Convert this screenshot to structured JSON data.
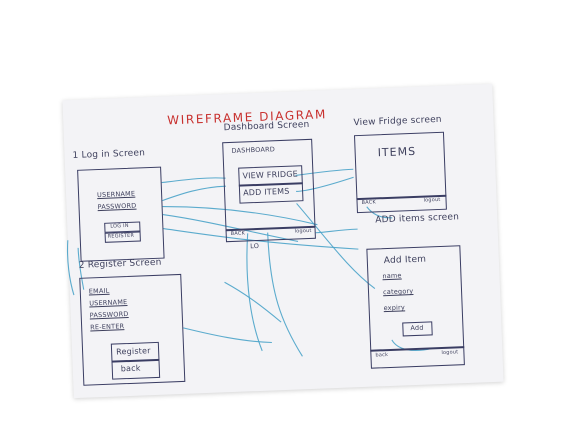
{
  "diagram": {
    "title": "WIREFRAME DIAGRAM",
    "login": {
      "label": "1 Log in Screen",
      "username": "USERNAME",
      "password": "PASSWORD",
      "login_button": "LOG IN",
      "register_button": "REGISTER"
    },
    "dashboard": {
      "label": "Dashboard Screen",
      "header": "DASHBOARD",
      "view_fridge": "VIEW FRIDGE",
      "add_items": "ADD ITEMS",
      "back": "BACK",
      "logout": "logout",
      "note": "LO"
    },
    "view_fridge": {
      "label": "View Fridge screen",
      "items": "ITEMS",
      "back": "BACK",
      "logout": "logout"
    },
    "register": {
      "label": "2 Register Screen",
      "email": "EMAIL",
      "username": "USERNAME",
      "password": "PASSWORD",
      "reenter": "RE-ENTER",
      "register_button": "Register",
      "back": "back"
    },
    "add_items": {
      "label": "ADD items screen",
      "header": "Add Item",
      "name": "name",
      "category": "category",
      "expiry": "expiry",
      "add_button": "Add",
      "back": "back",
      "logout": "logout"
    },
    "colors": {
      "ink": "#3a3d63",
      "title": "#c8312f",
      "connector": "#4aa3c9",
      "paper": "#f3f3f6"
    }
  }
}
